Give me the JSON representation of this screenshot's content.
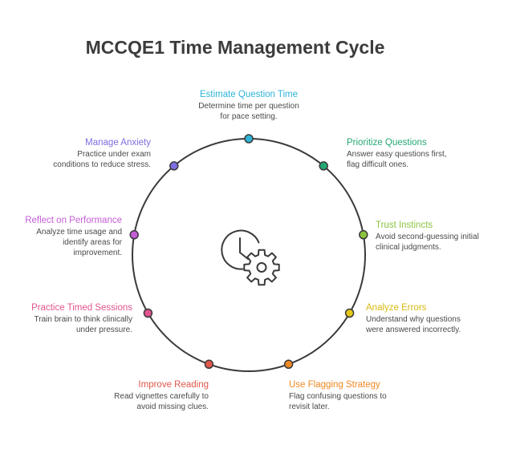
{
  "title": "MCCQE1 Time Management Cycle",
  "center_icon": "clock-gear-icon",
  "steps": [
    {
      "title": "Estimate Question Time",
      "desc": "Determine time per question\nfor pace setting.",
      "color": "#2fb4d8"
    },
    {
      "title": "Prioritize Questions",
      "desc": "Answer easy questions first,\nflag difficult ones.",
      "color": "#25a874"
    },
    {
      "title": "Trust Instincts",
      "desc": "Avoid second-guessing initial\nclinical judgments.",
      "color": "#8bc43f"
    },
    {
      "title": "Analyze Errors",
      "desc": "Understand why questions\nwere answered incorrectly.",
      "color": "#e6c817"
    },
    {
      "title": "Use Flagging Strategy",
      "desc": "Flag confusing questions to\nrevisit later.",
      "color": "#ef8a25"
    },
    {
      "title": "Improve Reading",
      "desc": "Read vignettes carefully to\navoid missing clues.",
      "color": "#e2574c"
    },
    {
      "title": "Practice Timed Sessions",
      "desc": "Train brain to think clinically\nunder pressure.",
      "color": "#e2548f"
    },
    {
      "title": "Reflect on Performance",
      "desc": "Analyze time usage and\nidentify areas for\nimprovement.",
      "color": "#c55dd6"
    },
    {
      "title": "Manage Anxiety",
      "desc": "Practice under exam\nconditions to reduce stress.",
      "color": "#7c6ee0"
    }
  ]
}
